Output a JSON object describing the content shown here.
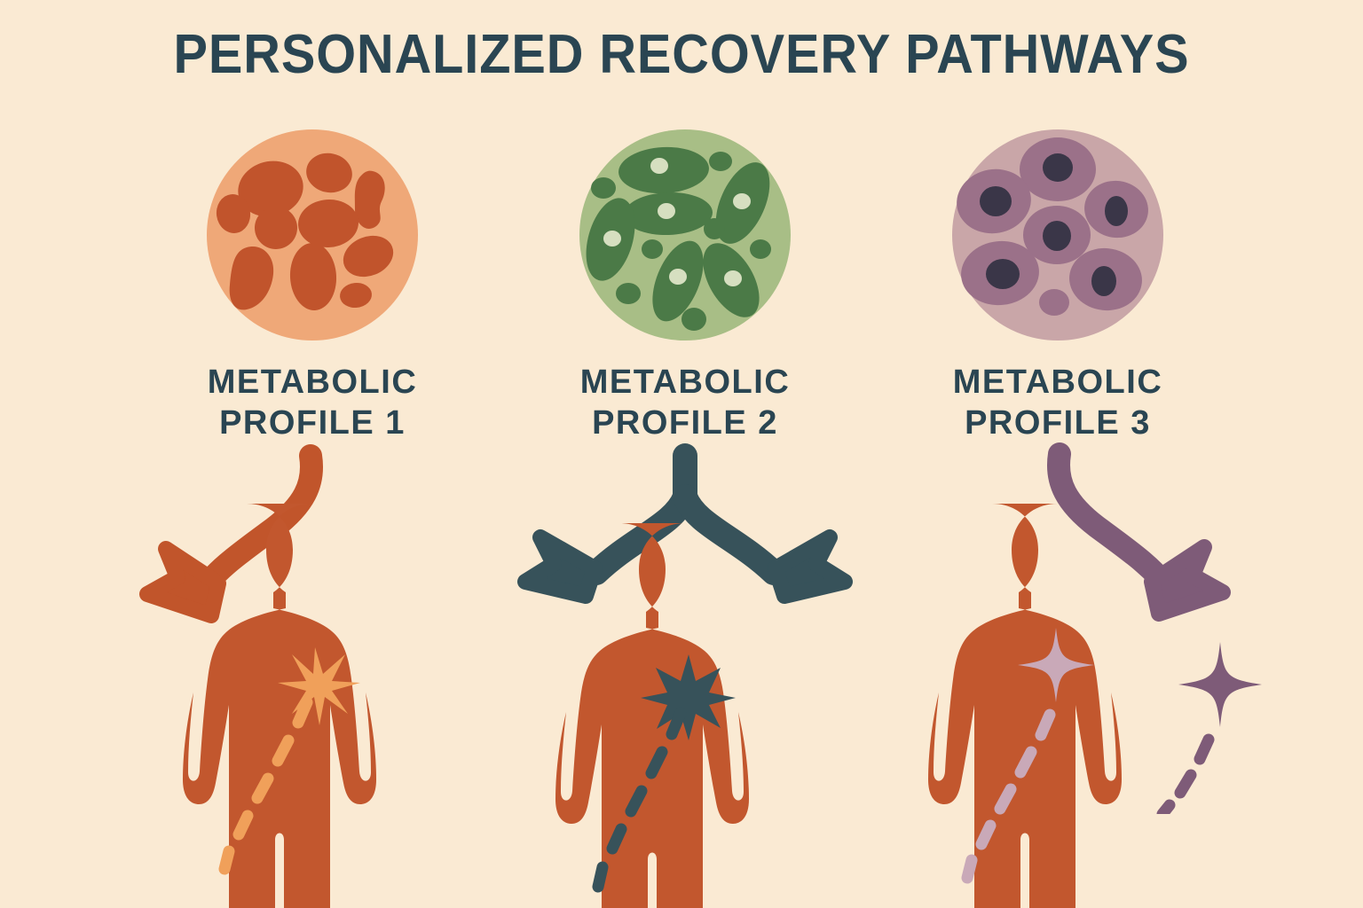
{
  "page": {
    "title": "PERSONALIZED RECOVERY PATHWAYS",
    "background_color": "#faead3",
    "title_color": "#2a4552"
  },
  "columns": [
    {
      "id": "profile-1",
      "label_line1": "METABOLIC",
      "label_line2": "PROFILE 1",
      "sample_icon": "cell-sample-icon",
      "sample_background_color": "#efa878",
      "sample_cell_color": "#c1542c",
      "arrow_icon": "curved-arrow-down-left-icon",
      "arrow_color": "#c1552b",
      "body_icon": "human-body-silhouette-icon",
      "body_color": "#c2572e",
      "marker_icon": "seven-point-star-icon",
      "marker_color": "#f0a05a",
      "path_icon": "dashed-path-icon",
      "path_color": "#f0a05a"
    },
    {
      "id": "profile-2",
      "label_line1": "METABOLIC",
      "label_line2": "PROFILE 2",
      "sample_icon": "cell-sample-icon",
      "sample_background_color": "#a8be86",
      "sample_cell_color": "#4b7a47",
      "sample_nucleus_color": "#d6dfc0",
      "arrow_icon": "forked-arrow-down-icon",
      "arrow_color": "#37525a",
      "body_icon": "human-body-silhouette-icon",
      "body_color": "#c2572e",
      "marker_icon": "six-point-star-icon",
      "marker_color": "#37525a",
      "path_icon": "dashed-path-icon",
      "path_color": "#37525a"
    },
    {
      "id": "profile-3",
      "label_line1": "METABOLIC",
      "label_line2": "PROFILE 3",
      "sample_icon": "cell-sample-icon",
      "sample_background_color": "#c9a6a8",
      "sample_cell_color": "#9b7189",
      "sample_nucleus_color": "#3a3648",
      "arrow_icon": "curved-arrow-down-right-icon",
      "arrow_color": "#7e5b78",
      "body_icon": "human-body-silhouette-icon",
      "body_color": "#c2572e",
      "marker_icon": "four-point-sparkle-icon",
      "marker_color": "#c9a9b8",
      "path_icon": "dashed-path-icon",
      "path_color": "#c9a9b8",
      "external_marker_icon": "four-point-sparkle-icon",
      "external_marker_color": "#7e5b78",
      "external_path_color": "#7e5b78"
    }
  ]
}
